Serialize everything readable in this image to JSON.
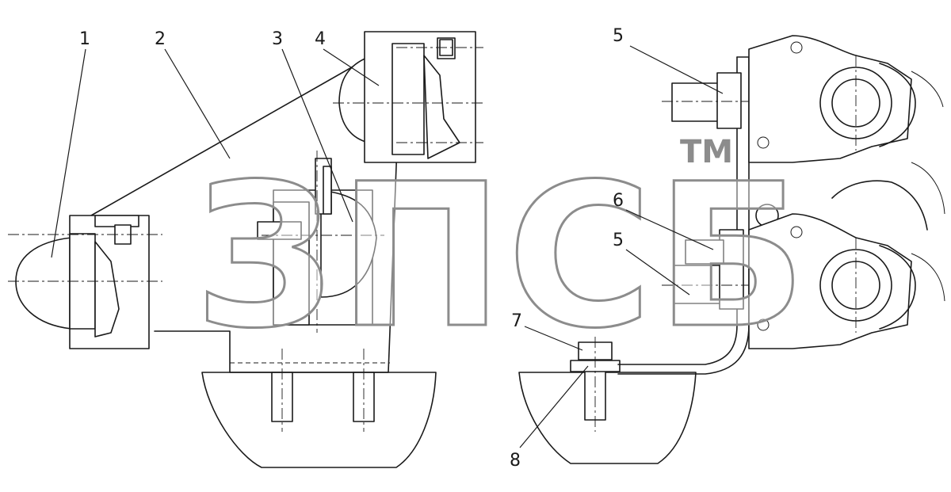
{
  "diagram": {
    "callouts": [
      "1",
      "2",
      "3",
      "4",
      "5",
      "6",
      "5",
      "7",
      "8"
    ],
    "watermark": {
      "text": "ЗПСБ",
      "mark": "TM"
    }
  }
}
